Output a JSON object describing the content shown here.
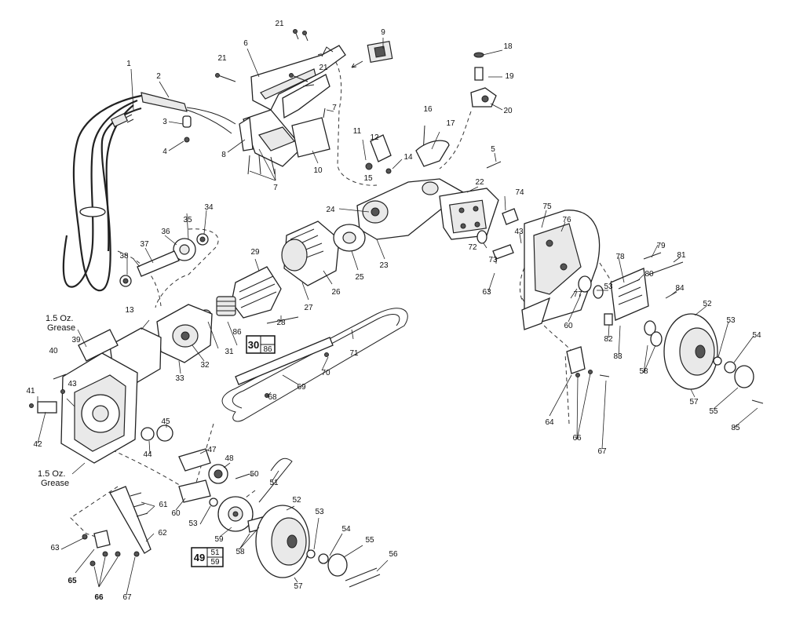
{
  "parts": {
    "p1": "1",
    "p2": "2",
    "p3": "3",
    "p4": "4",
    "p5": "5",
    "p6": "6",
    "p7a": "7",
    "p7b": "7",
    "p8": "8",
    "p9": "9",
    "p10": "10",
    "p11": "11",
    "p12": "12",
    "p13": "13",
    "p14": "14",
    "p15": "15",
    "p16": "16",
    "p17": "17",
    "p18": "18",
    "p19": "19",
    "p20": "20",
    "p21a": "21",
    "p21b": "21",
    "p21c": "21",
    "p22": "22",
    "p23": "23",
    "p24": "24",
    "p25": "25",
    "p26": "26",
    "p27": "27",
    "p28": "28",
    "p29": "29",
    "p31": "31",
    "p32": "32",
    "p33": "33",
    "p34": "34",
    "p35": "35",
    "p36": "36",
    "p37": "37",
    "p38": "38",
    "p39": "39",
    "p40": "40",
    "p41": "41",
    "p42": "42",
    "p43a": "43",
    "p43b": "43",
    "p44": "44",
    "p45": "45",
    "p47": "47",
    "p48": "48",
    "p50": "50",
    "p51": "51",
    "p52a": "52",
    "p52b": "52",
    "p53a": "53",
    "p53b": "53",
    "p53c": "53",
    "p53d": "53",
    "p54a": "54",
    "p54b": "54",
    "p55a": "55",
    "p55b": "55",
    "p56": "56",
    "p57a": "57",
    "p57b": "57",
    "p58a": "58",
    "p58b": "58",
    "p59": "59",
    "p60a": "60",
    "p60b": "60",
    "p61": "61",
    "p62": "62",
    "p63a": "63",
    "p63b": "63",
    "p64": "64",
    "p65": "65",
    "p66a": "66",
    "p66b": "66",
    "p67a": "67",
    "p67b": "67",
    "p68": "68",
    "p69": "69",
    "p70": "70",
    "p71": "71",
    "p72": "72",
    "p73": "73",
    "p74": "74",
    "p75": "75",
    "p76": "76",
    "p77": "77",
    "p78": "78",
    "p79": "79",
    "p80": "80",
    "p81": "81",
    "p82": "82",
    "p83": "83",
    "p84": "84",
    "p85": "85",
    "p86": "86"
  },
  "assembly_boxes": {
    "armature": {
      "main": "30",
      "sub": "86"
    },
    "sprocket": {
      "main": "49",
      "sub1": "51",
      "sub2": "59"
    }
  },
  "notes": {
    "grease_top_1": "1.5 Oz.",
    "grease_top_2": "Grease",
    "grease_bottom_1": "1.5 Oz.",
    "grease_bottom_2": "Grease"
  }
}
